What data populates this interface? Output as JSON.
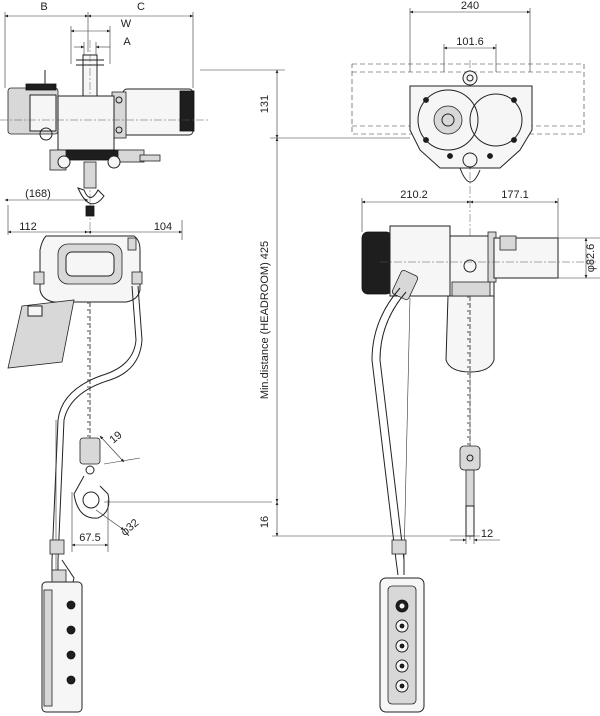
{
  "dimensions": {
    "b": "B",
    "c": "C",
    "w": "W",
    "a": "A",
    "d168": "(168)",
    "d112": "112",
    "d104": "104",
    "d19": "19",
    "d32": "φ32",
    "d67_5": "67.5",
    "d16": "16",
    "headroom": "Min.distance (HEADROOM) 425",
    "d131": "131",
    "d240": "240",
    "d101_6": "101.6",
    "d210_2": "210.2",
    "d177_1": "177.1",
    "d82_6": "φ82.6",
    "d12": "12"
  }
}
